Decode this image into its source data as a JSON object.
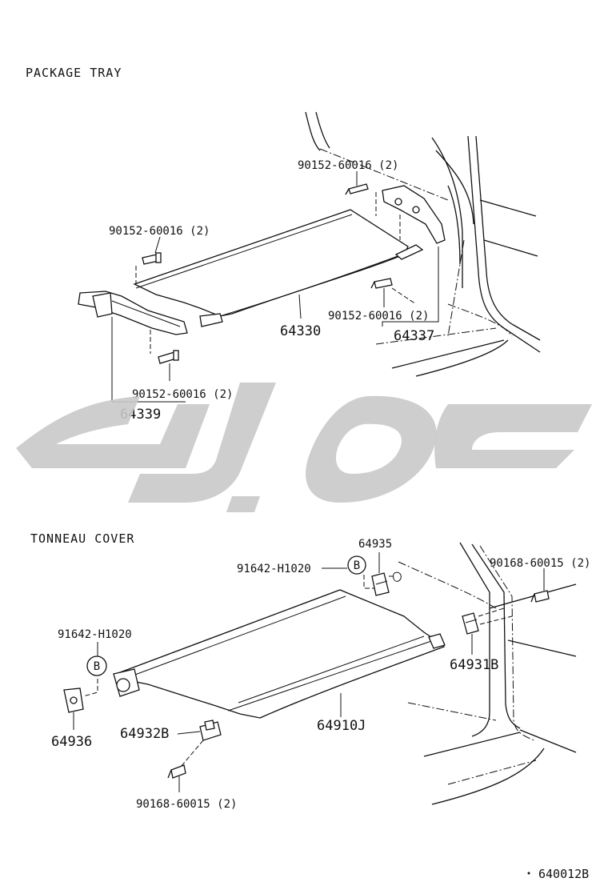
{
  "sections": {
    "package_tray": "PACKAGE TRAY",
    "tonneau_cover": "TONNEAU COVER"
  },
  "package_tray": {
    "bolt_top_right": "90152-60016 (2)",
    "bolt_top_left": "90152-60016 (2)",
    "bolt_mid_right": "90152-60016 (2)",
    "bolt_bottom_left": "90152-60016 (2)",
    "tray_board": "64330",
    "bracket_right": "64337",
    "bracket_left": "64339"
  },
  "tonneau": {
    "clip_top": "91642-H1020",
    "clip_left": "91642-H1020",
    "marker": "B",
    "holder_right": "64935",
    "screw_top_right": "90168-60015 (2)",
    "holder_left": "64936",
    "holder_mid": "64932B",
    "bracket_right": "64931B",
    "cover": "64910J",
    "screw_bottom": "90168-60015 (2)"
  },
  "drawing_code": "640012B",
  "colors": {
    "ink": "#111111",
    "watermark": "#c9c9c9",
    "background": "#ffffff"
  }
}
